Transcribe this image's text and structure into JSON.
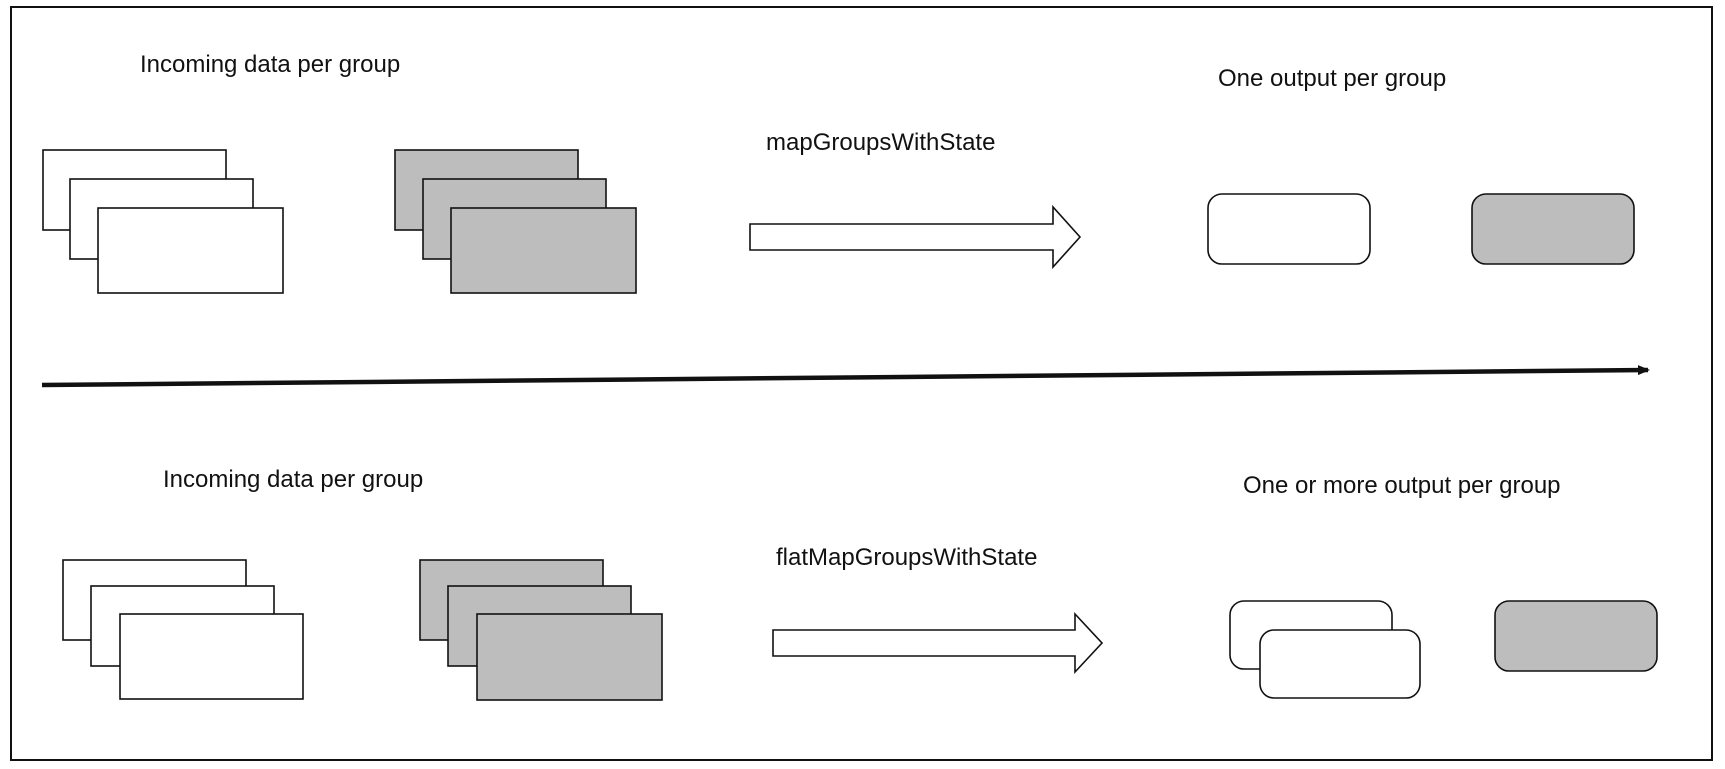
{
  "colors": {
    "stroke": "#111111",
    "shaded": "#bdbdbd",
    "plain": "#ffffff"
  },
  "top_section": {
    "input_label": "Incoming data per group",
    "operation_label": "mapGroupsWithState",
    "output_label": "One output per group"
  },
  "bottom_section": {
    "input_label": "Incoming data per group",
    "operation_label": "flatMapGroupsWithState",
    "output_label": "One or more output per group"
  },
  "icons": {
    "operation_arrow": "hollow-right-arrow-icon",
    "divider_arrow": "timeline-arrow-icon"
  }
}
